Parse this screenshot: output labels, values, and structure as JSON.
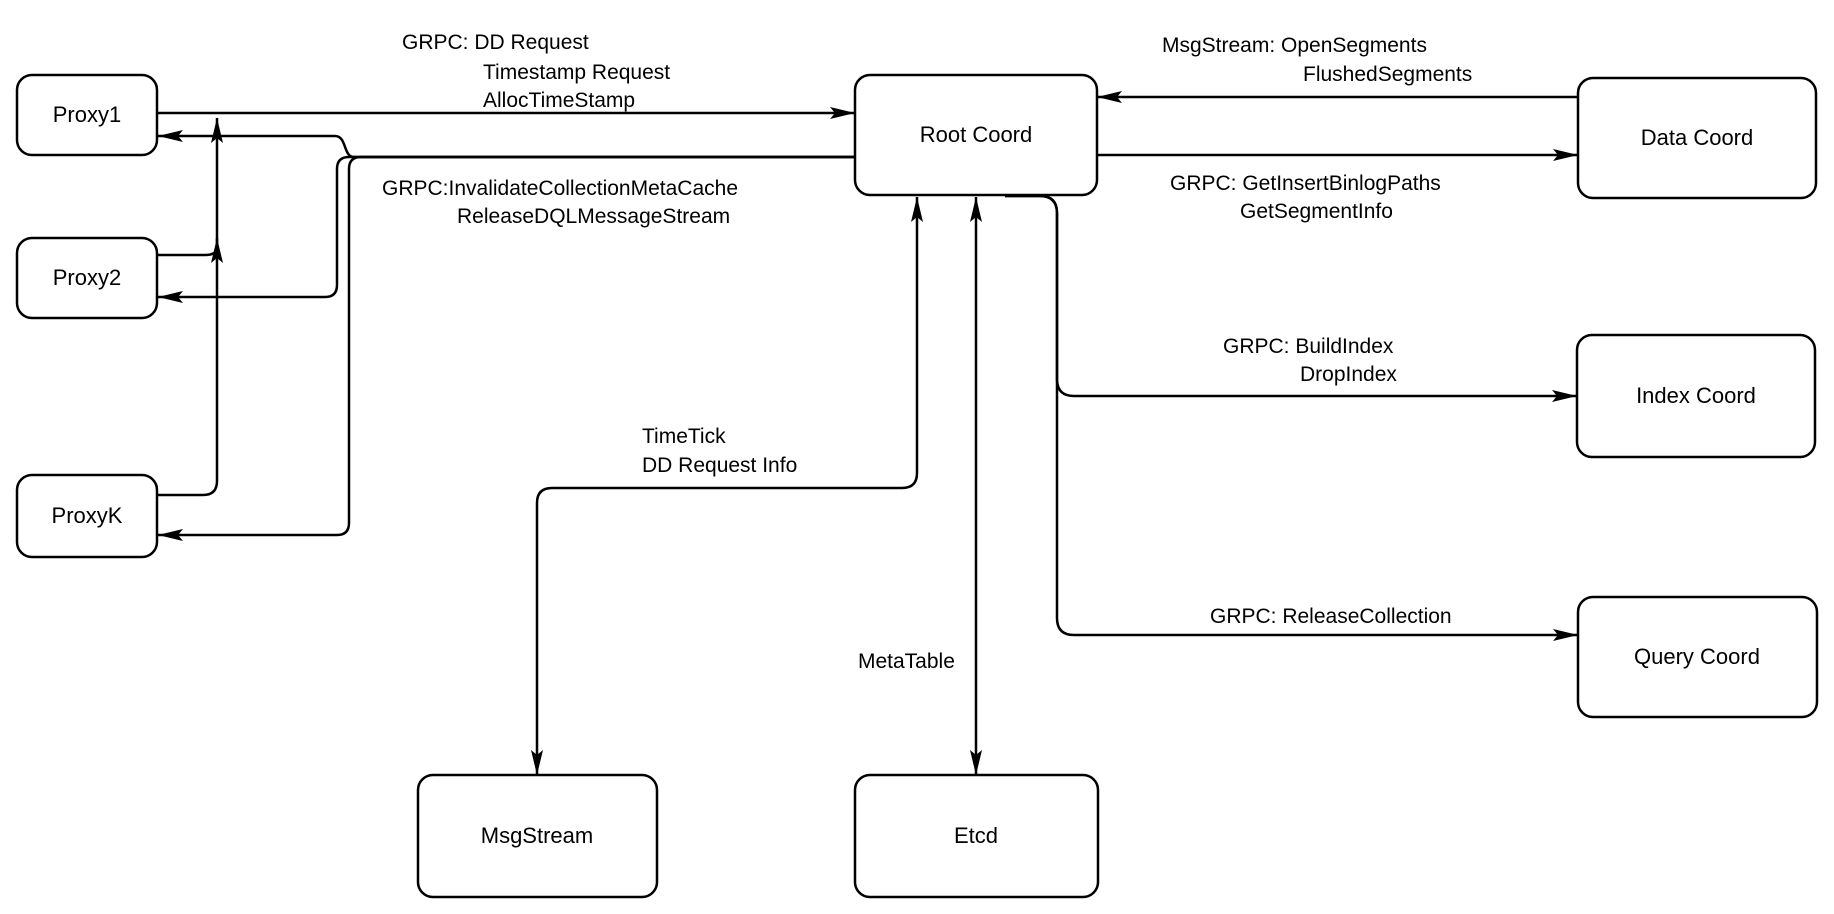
{
  "diagram": {
    "title": "Root Coord architecture diagram",
    "colors": {
      "background": "#ffffff",
      "line": "#000000",
      "node_fill": "#ffffff",
      "text": "#000000"
    },
    "nodes": {
      "proxy1": {
        "label": "Proxy1"
      },
      "proxy2": {
        "label": "Proxy2"
      },
      "proxyk": {
        "label": "ProxyK"
      },
      "root_coord": {
        "label": "Root Coord"
      },
      "data_coord": {
        "label": "Data Coord"
      },
      "index_coord": {
        "label": "Index Coord"
      },
      "query_coord": {
        "label": "Query Coord"
      },
      "msgstream": {
        "label": "MsgStream"
      },
      "etcd": {
        "label": "Etcd"
      }
    },
    "edge_labels": {
      "dd_request_line1": "GRPC: DD Request",
      "dd_request_line2": "Timestamp Request",
      "dd_request_line3": "AllocTimeStamp",
      "invalidate_line1": "GRPC:InvalidateCollectionMetaCache",
      "invalidate_line2": "ReleaseDQLMessageStream",
      "open_segments_line1": "MsgStream: OpenSegments",
      "open_segments_line2": "FlushedSegments",
      "get_insert_line1": "GRPC: GetInsertBinlogPaths",
      "get_insert_line2": "GetSegmentInfo",
      "build_index_line1": "GRPC: BuildIndex",
      "build_index_line2": "DropIndex",
      "release_collection": "GRPC: ReleaseCollection",
      "timetick_line1": "TimeTick",
      "timetick_line2": "DD Request Info",
      "metatable": "MetaTable"
    },
    "connections": [
      {
        "from": "proxy1",
        "to": "root_coord",
        "direction": "one-way",
        "label": "GRPC: DD Request / Timestamp Request / AllocTimeStamp"
      },
      {
        "from": "proxy2",
        "to": "root_coord",
        "direction": "one-way",
        "label": "GRPC: DD Request / Timestamp Request / AllocTimeStamp"
      },
      {
        "from": "proxyk",
        "to": "root_coord",
        "direction": "one-way",
        "label": "GRPC: DD Request / Timestamp Request / AllocTimeStamp"
      },
      {
        "from": "root_coord",
        "to": "proxy1",
        "direction": "one-way",
        "label": "GRPC:InvalidateCollectionMetaCache / ReleaseDQLMessageStream"
      },
      {
        "from": "root_coord",
        "to": "proxy2",
        "direction": "one-way",
        "label": "GRPC:InvalidateCollectionMetaCache / ReleaseDQLMessageStream"
      },
      {
        "from": "root_coord",
        "to": "proxyk",
        "direction": "one-way",
        "label": "GRPC:InvalidateCollectionMetaCache / ReleaseDQLMessageStream"
      },
      {
        "from": "data_coord",
        "to": "root_coord",
        "direction": "one-way",
        "label": "MsgStream: OpenSegments / FlushedSegments"
      },
      {
        "from": "root_coord",
        "to": "data_coord",
        "direction": "one-way",
        "label": "GRPC: GetInsertBinlogPaths / GetSegmentInfo"
      },
      {
        "from": "root_coord",
        "to": "index_coord",
        "direction": "one-way",
        "label": "GRPC: BuildIndex / DropIndex"
      },
      {
        "from": "root_coord",
        "to": "query_coord",
        "direction": "one-way",
        "label": "GRPC: ReleaseCollection"
      },
      {
        "from": "root_coord",
        "to": "msgstream",
        "direction": "two-way",
        "label": "TimeTick / DD Request Info"
      },
      {
        "from": "root_coord",
        "to": "etcd",
        "direction": "two-way",
        "label": "MetaTable"
      }
    ]
  }
}
